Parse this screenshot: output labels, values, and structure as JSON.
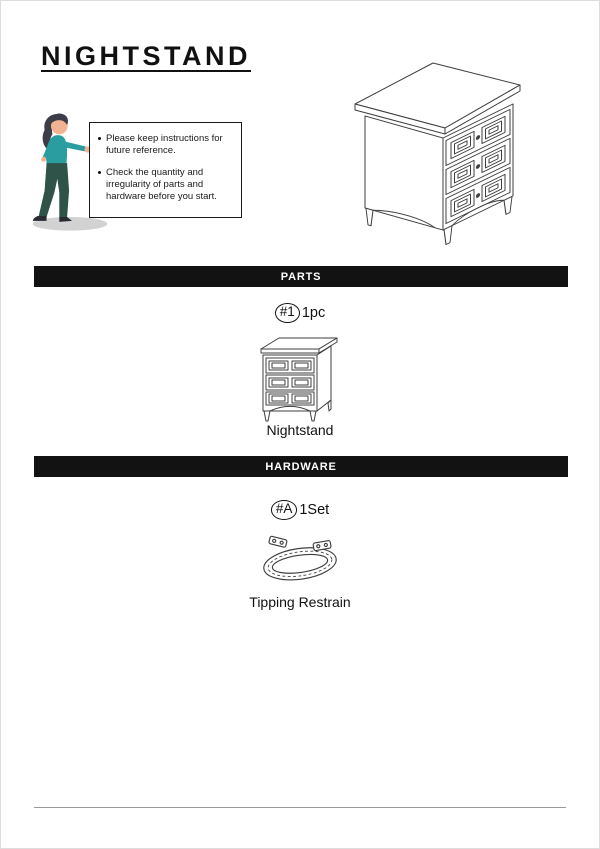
{
  "page": {
    "title": "NIGHTSTAND"
  },
  "notice": {
    "bullets": [
      "Please keep instructions for future reference.",
      "Check the quantity and irregularity of parts and hardware before you start."
    ]
  },
  "parts_section": {
    "header": "PARTS",
    "item": {
      "badge": "#1",
      "qty": "1pc",
      "label": "Nightstand"
    }
  },
  "hardware_section": {
    "header": "HARDWARE",
    "item": {
      "badge": "#A",
      "qty": "1Set",
      "label": "Tipping Restrain"
    }
  },
  "colors": {
    "section_bar_bg": "#121212",
    "section_bar_text": "#ffffff",
    "shirt_teal": "#2a9da0",
    "pants_green": "#2f5349",
    "hair": "#3d3d49",
    "skin": "#f2b393",
    "line_art": "#3f3f3f"
  }
}
